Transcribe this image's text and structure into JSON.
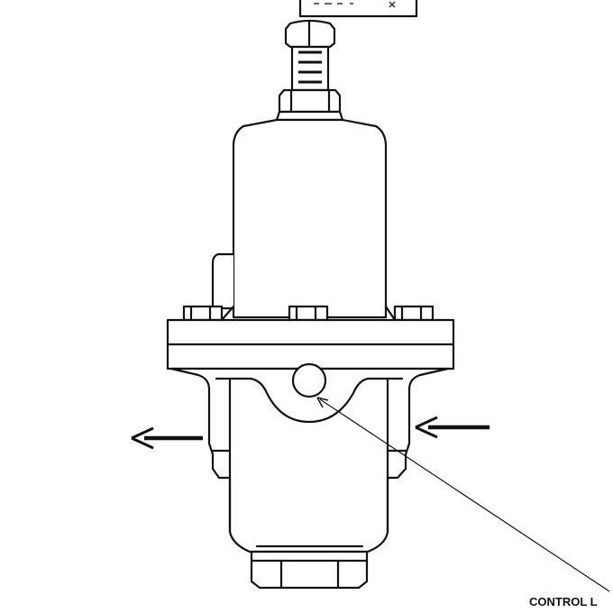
{
  "diagram": {
    "callouts": [
      {
        "id": "control-line",
        "text": "CONTROL L"
      }
    ],
    "top_label_box": {
      "text": ""
    },
    "flow_arrows": [
      "inlet-right",
      "outlet-left"
    ],
    "line_color": "#111111",
    "background": "#ffffff"
  }
}
